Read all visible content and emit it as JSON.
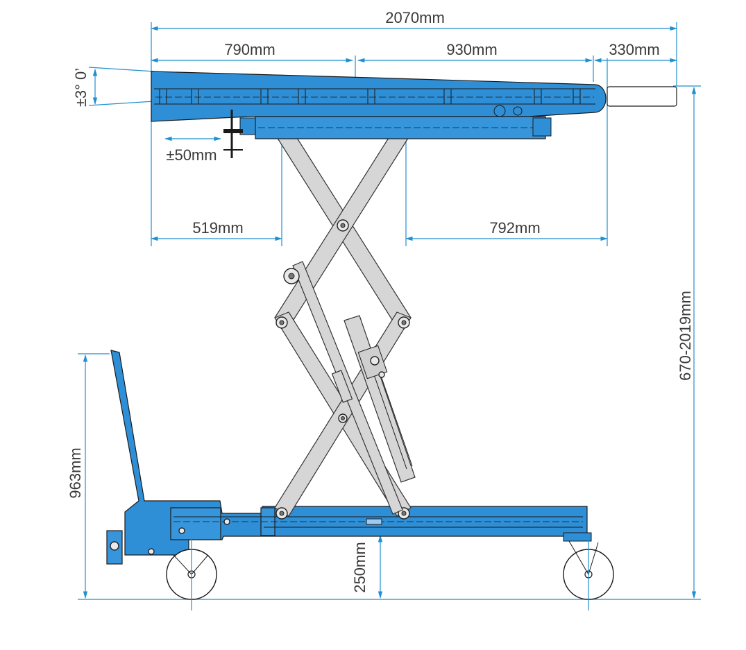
{
  "diagram": {
    "colors": {
      "body": "#2f8fd6",
      "arms": "#d6d6d6",
      "dimension_lines": "#1f8fd0",
      "outline": "#1a1a1a",
      "text": "#3a3a3a"
    },
    "dimensions": {
      "overall_length": "2070mm",
      "segment_left": "790mm",
      "segment_middle": "930mm",
      "segment_right": "330mm",
      "tilt_angle": "±3° 0’",
      "shift": "±50mm",
      "front_overhang": "519mm",
      "rear_overhang": "792mm",
      "lift_height": "670-2019mm",
      "handle_height": "963mm",
      "base_height": "250mm"
    }
  }
}
